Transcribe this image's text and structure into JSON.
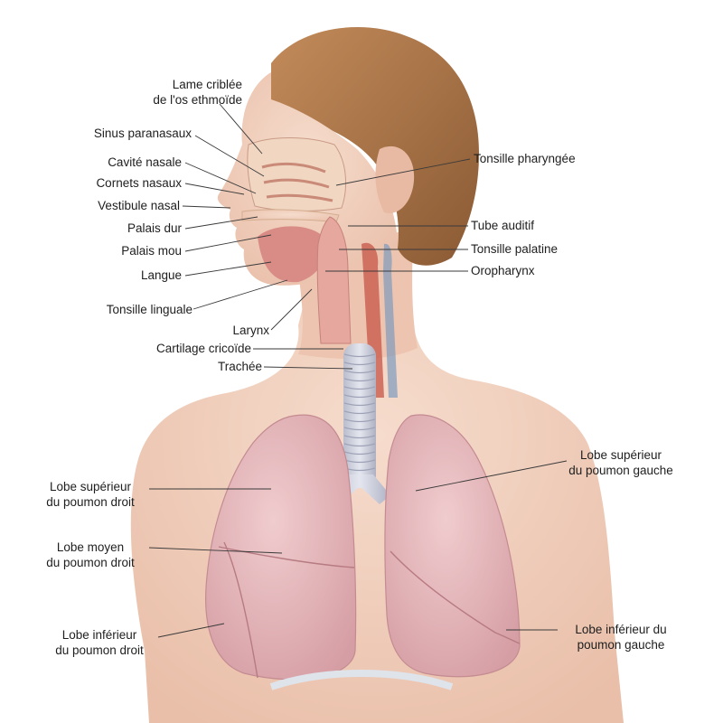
{
  "labels": {
    "lame_criblee": "Lame criblée\nde l'os ethmoïde",
    "sinus_paranasaux": "Sinus paranasaux",
    "cavite_nasale": "Cavité nasale",
    "cornets_nasaux": "Cornets nasaux",
    "vestibule_nasal": "Vestibule nasal",
    "palais_dur": "Palais dur",
    "palais_mou": "Palais mou",
    "langue": "Langue",
    "tonsille_linguale": "Tonsille linguale",
    "larynx": "Larynx",
    "cartilage_cricoide": "Cartilage cricoïde",
    "trachee": "Trachée",
    "tonsille_pharyngee": "Tonsille pharyngée",
    "tube_auditif": "Tube auditif",
    "tonsille_palatine": "Tonsille palatine",
    "oropharynx": "Oropharynx",
    "lobe_sup_droit": "Lobe supérieur\ndu poumon droit",
    "lobe_moyen_droit": "Lobe moyen\ndu poumon droit",
    "lobe_inf_droit": "Lobe inférieur\ndu poumon droit",
    "lobe_sup_gauche": "Lobe supérieur\ndu poumon gauche",
    "lobe_inf_gauche": "Lobe inférieur du\npoumon gauche"
  },
  "colors": {
    "skin": "#f2d2c0",
    "skin_shadow": "#e3b6a0",
    "hair": "#b07a4c",
    "hair_dark": "#8a5a34",
    "lung": "#e7bcbf",
    "lung_dark": "#c98f95",
    "airway": "#e6a79f",
    "trachea": "#c9cbd8",
    "bone": "#efe3cf",
    "leader": "#3a3a3a"
  }
}
